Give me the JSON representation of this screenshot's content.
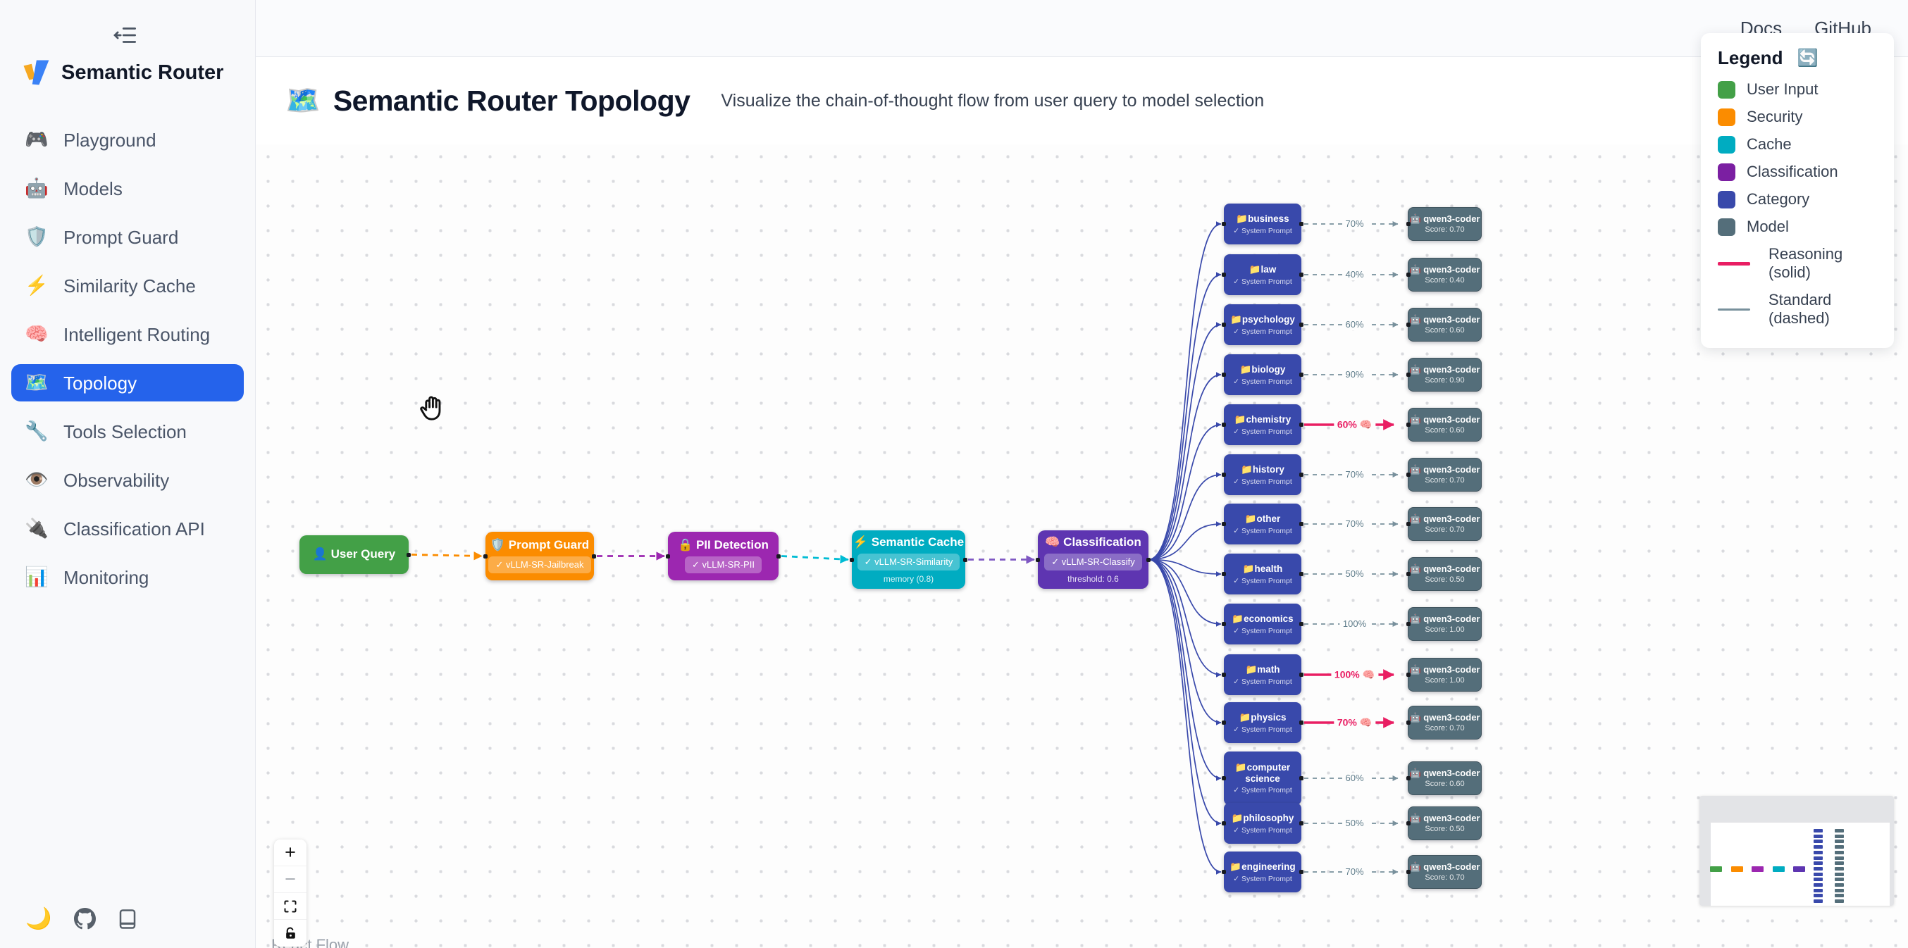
{
  "sidebar": {
    "logo_text": "Semantic Router",
    "items": [
      {
        "icon": "🎮",
        "label": "Playground",
        "active": false
      },
      {
        "icon": "🤖",
        "label": "Models",
        "active": false
      },
      {
        "icon": "🛡️",
        "label": "Prompt Guard",
        "active": false
      },
      {
        "icon": "⚡",
        "label": "Similarity Cache",
        "active": false
      },
      {
        "icon": "🧠",
        "label": "Intelligent Routing",
        "active": false
      },
      {
        "icon": "🗺️",
        "label": "Topology",
        "active": true
      },
      {
        "icon": "🔧",
        "label": "Tools Selection",
        "active": false
      },
      {
        "icon": "👁️",
        "label": "Observability",
        "active": false
      },
      {
        "icon": "🔌",
        "label": "Classification API",
        "active": false
      },
      {
        "icon": "📊",
        "label": "Monitoring",
        "active": false
      }
    ],
    "footer": {
      "theme_icon": "🌙"
    }
  },
  "topbar": {
    "docs": "Docs",
    "github": "GitHub"
  },
  "header": {
    "icon": "🗺️",
    "title": "Semantic Router Topology",
    "subtitle": "Visualize the chain-of-thought flow from user query to model selection"
  },
  "flow": {
    "pipeline": [
      {
        "icon": "👤",
        "title": "User Query",
        "color": "#43A047"
      },
      {
        "icon": "🛡️",
        "title": "Prompt Guard",
        "badge": "✓ vLLM-SR-Jailbreak",
        "color": "#FB8C00"
      },
      {
        "icon": "🔒",
        "title": "PII Detection",
        "badge": "✓ vLLM-SR-PII",
        "color": "#9C27B0"
      },
      {
        "icon": "⚡",
        "title": "Semantic Cache",
        "badge": "✓ vLLM-SR-Similarity",
        "sub": "memory (0.8)",
        "color": "#00ACC1"
      },
      {
        "icon": "🧠",
        "title": "Classification",
        "badge": "✓ vLLM-SR-Classify",
        "sub": "threshold: 0.6",
        "color": "#5E35B1"
      }
    ],
    "pipeline_edge_colors": [
      "#FB8C00",
      "#9C27B0",
      "#00BCD4",
      "#7E57C2"
    ],
    "category_icon": "📁",
    "category_sub": "✓ System Prompt",
    "category_color": "#3949AB",
    "model_icon": "🤖",
    "model_name": "qwen3-coder",
    "model_color": "#546E7A",
    "edge_colors": {
      "fan": "#3949AB",
      "standard": "#78909C",
      "reasoning": "#E91E63"
    },
    "categories": [
      {
        "label": "business",
        "edge_label": "70%",
        "reasoning": false,
        "score": "Score: 0.70"
      },
      {
        "label": "law",
        "edge_label": "40%",
        "reasoning": false,
        "score": "Score: 0.40"
      },
      {
        "label": "psychology",
        "edge_label": "60%",
        "reasoning": false,
        "score": "Score: 0.60"
      },
      {
        "label": "biology",
        "edge_label": "90%",
        "reasoning": false,
        "score": "Score: 0.90"
      },
      {
        "label": "chemistry",
        "edge_label": "60% 🧠",
        "reasoning": true,
        "score": "Score: 0.60"
      },
      {
        "label": "history",
        "edge_label": "70%",
        "reasoning": false,
        "score": "Score: 0.70"
      },
      {
        "label": "other",
        "edge_label": "70%",
        "reasoning": false,
        "score": "Score: 0.70"
      },
      {
        "label": "health",
        "edge_label": "50%",
        "reasoning": false,
        "score": "Score: 0.50"
      },
      {
        "label": "economics",
        "edge_label": "100%",
        "reasoning": false,
        "score": "Score: 1.00"
      },
      {
        "label": "math",
        "edge_label": "100% 🧠",
        "reasoning": true,
        "score": "Score: 1.00"
      },
      {
        "label": "physics",
        "edge_label": "70% 🧠",
        "reasoning": true,
        "score": "Score: 0.70"
      },
      {
        "label": "computer science",
        "edge_label": "60%",
        "reasoning": false,
        "score": "Score: 0.60"
      },
      {
        "label": "philosophy",
        "edge_label": "50%",
        "reasoning": false,
        "score": "Score: 0.50"
      },
      {
        "label": "engineering",
        "edge_label": "70%",
        "reasoning": false,
        "score": "Score: 0.70"
      }
    ]
  },
  "legend": {
    "title": "Legend",
    "refresh_icon": "🔄",
    "items": [
      {
        "label": "User Input",
        "color": "#43A047"
      },
      {
        "label": "Security",
        "color": "#FB8C00"
      },
      {
        "label": "Cache",
        "color": "#00ACC1"
      },
      {
        "label": "Classification",
        "color": "#7B1FA2"
      },
      {
        "label": "Category",
        "color": "#3949AB"
      },
      {
        "label": "Model",
        "color": "#546E7A"
      }
    ],
    "lines": [
      {
        "label": "Reasoning (solid)",
        "color": "#E91E63",
        "thick": true
      },
      {
        "label": "Standard (dashed)",
        "color": "#78909C",
        "thick": false
      }
    ]
  },
  "controls": {
    "zoom_in": "+",
    "zoom_out": "−"
  },
  "attribution": "React Flow",
  "minimap": {
    "pipeline_colors": [
      "#43A047",
      "#FB8C00",
      "#9C27B0",
      "#00ACC1",
      "#5E35B1"
    ],
    "stack_colors": [
      "#3949AB",
      "#546E7A"
    ],
    "rows": 14
  }
}
